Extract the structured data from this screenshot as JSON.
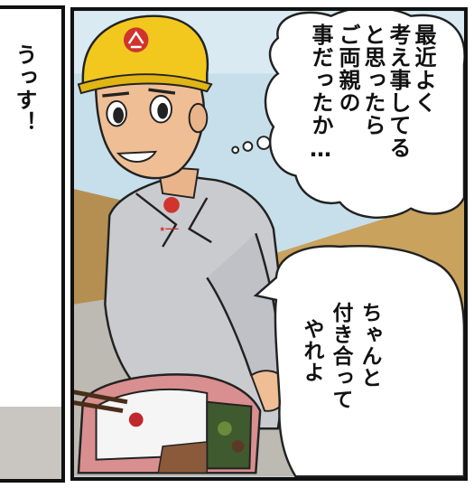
{
  "speech_left": {
    "text": "うっす！"
  },
  "thought_bubble": {
    "lines": [
      "最近よく",
      "考え事してる",
      "と思ったら",
      "ご両親の",
      "事だったか…"
    ]
  },
  "speech_bottom": {
    "lines": [
      "ちゃんと",
      "付き合って",
      "やれよ"
    ]
  },
  "helmet_logo_color": "#d0342c",
  "helmet_color": "#f2c81f",
  "uniform_color": "#c9cbcf"
}
